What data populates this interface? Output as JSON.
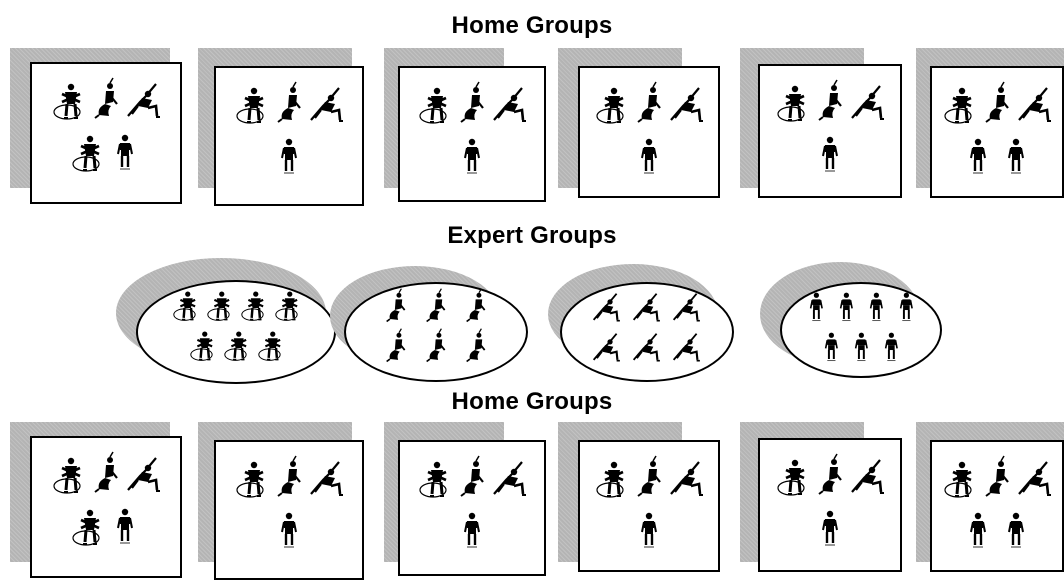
{
  "titles": {
    "home_top": "Home Groups",
    "expert": "Expert Groups",
    "home_bottom": "Home Groups"
  },
  "figure_types": [
    "hoop-crossed-arms-figure",
    "kneeling-figure",
    "side-stretch-figure",
    "standing-figure"
  ],
  "home_groups_top": [
    {
      "row1": [
        "hoop",
        "kneel",
        "stretch"
      ],
      "row2": [
        "hoop",
        "stand"
      ]
    },
    {
      "row1": [
        "hoop",
        "kneel",
        "stretch"
      ],
      "row2": [
        "stand"
      ]
    },
    {
      "row1": [
        "hoop",
        "kneel",
        "stretch"
      ],
      "row2": [
        "stand"
      ]
    },
    {
      "row1": [
        "hoop",
        "kneel",
        "stretch"
      ],
      "row2": [
        "stand"
      ]
    },
    {
      "row1": [
        "hoop",
        "kneel",
        "stretch"
      ],
      "row2": [
        "stand"
      ]
    },
    {
      "row1": [
        "hoop",
        "kneel",
        "stretch"
      ],
      "row2": [
        "stand",
        "stand"
      ]
    }
  ],
  "expert_groups": [
    {
      "type": "hoop",
      "rows": [
        4,
        3
      ]
    },
    {
      "type": "kneel",
      "rows": [
        3,
        3
      ]
    },
    {
      "type": "stretch",
      "rows": [
        3,
        3
      ]
    },
    {
      "type": "stand",
      "rows": [
        4,
        3
      ]
    }
  ],
  "home_groups_bottom": [
    {
      "row1": [
        "hoop",
        "kneel",
        "stretch"
      ],
      "row2": [
        "hoop",
        "stand"
      ]
    },
    {
      "row1": [
        "hoop",
        "kneel",
        "stretch"
      ],
      "row2": [
        "stand"
      ]
    },
    {
      "row1": [
        "hoop",
        "kneel",
        "stretch"
      ],
      "row2": [
        "stand"
      ]
    },
    {
      "row1": [
        "hoop",
        "kneel",
        "stretch"
      ],
      "row2": [
        "stand"
      ]
    },
    {
      "row1": [
        "hoop",
        "kneel",
        "stretch"
      ],
      "row2": [
        "stand"
      ]
    },
    {
      "row1": [
        "hoop",
        "kneel",
        "stretch"
      ],
      "row2": [
        "stand",
        "stand"
      ]
    }
  ]
}
